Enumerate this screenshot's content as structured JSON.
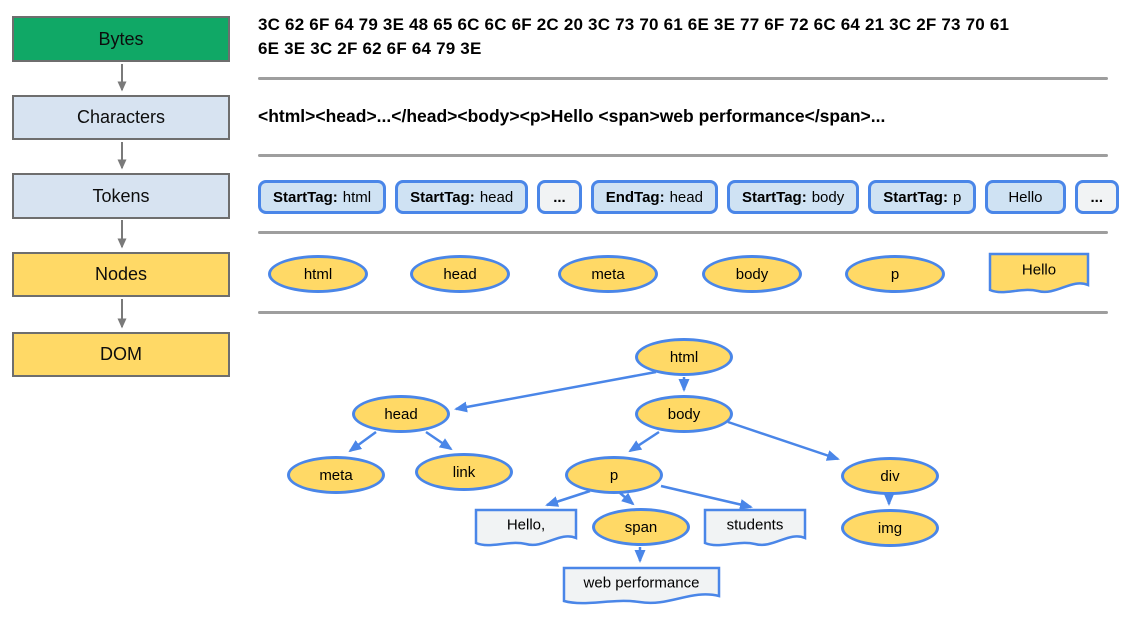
{
  "pipeline": {
    "stages": [
      {
        "label": "Bytes"
      },
      {
        "label": "Characters"
      },
      {
        "label": "Tokens"
      },
      {
        "label": "Nodes"
      },
      {
        "label": "DOM"
      }
    ]
  },
  "bytes_row": {
    "lines": [
      "3C 62 6F 64 79 3E 48 65 6C 6C 6F 2C 20 3C 73 70 61 6E 3E 77 6F 72 6C 64 21 3C 2F 73 70 61",
      "6E 3E 3C 2F 62 6F 64 79 3E"
    ]
  },
  "characters_row": {
    "text": "<html><head>...</head><body><p>Hello <span>web performance</span>..."
  },
  "tokens_row": {
    "items": [
      {
        "prefix": "StartTag:",
        "value": "html",
        "style": "tag"
      },
      {
        "prefix": "StartTag:",
        "value": "head",
        "style": "tag"
      },
      {
        "value": "...",
        "style": "ellipsis"
      },
      {
        "prefix": "EndTag:",
        "value": "head",
        "style": "tag"
      },
      {
        "prefix": "StartTag:",
        "value": "body",
        "style": "tag"
      },
      {
        "prefix": "StartTag:",
        "value": "p",
        "style": "tag"
      },
      {
        "value": "Hello",
        "style": "text"
      },
      {
        "value": "...",
        "style": "ellipsis"
      }
    ]
  },
  "nodes_row": {
    "items": [
      {
        "label": "html",
        "shape": "ellipse"
      },
      {
        "label": "head",
        "shape": "ellipse"
      },
      {
        "label": "meta",
        "shape": "ellipse"
      },
      {
        "label": "body",
        "shape": "ellipse"
      },
      {
        "label": "p",
        "shape": "ellipse"
      },
      {
        "label": "Hello",
        "shape": "document"
      }
    ]
  },
  "dom_tree": {
    "nodes": {
      "html": {
        "label": "html",
        "shape": "ellipse"
      },
      "head": {
        "label": "head",
        "shape": "ellipse"
      },
      "body": {
        "label": "body",
        "shape": "ellipse"
      },
      "meta": {
        "label": "meta",
        "shape": "ellipse"
      },
      "link": {
        "label": "link",
        "shape": "ellipse"
      },
      "p": {
        "label": "p",
        "shape": "ellipse"
      },
      "div": {
        "label": "div",
        "shape": "ellipse"
      },
      "img": {
        "label": "img",
        "shape": "ellipse"
      },
      "span": {
        "label": "span",
        "shape": "ellipse"
      },
      "hello_text": {
        "label": "Hello,",
        "shape": "document"
      },
      "students_text": {
        "label": "students",
        "shape": "document"
      },
      "web_performance_text": {
        "label": "web performance",
        "shape": "document"
      }
    },
    "edges": [
      "html->head",
      "html->body",
      "head->meta",
      "head->link",
      "body->p",
      "body->div",
      "p->hello_text",
      "p->span",
      "p->students_text",
      "span->web_performance_text",
      "div->img"
    ]
  },
  "colors": {
    "bytes_green": "#10A866",
    "stage_light_blue": "#D7E3F1",
    "stage_yellow": "#FFD966",
    "token_fill_blue": "#CFE2F3",
    "token_fill_light": "#F1F3F4",
    "node_yellow": "#FFD966",
    "shape_border_blue": "#4A86E8",
    "arrow_blue": "#4A86E8",
    "divider_gray": "#9E9E9E",
    "box_border_gray": "#6E6E6E"
  }
}
